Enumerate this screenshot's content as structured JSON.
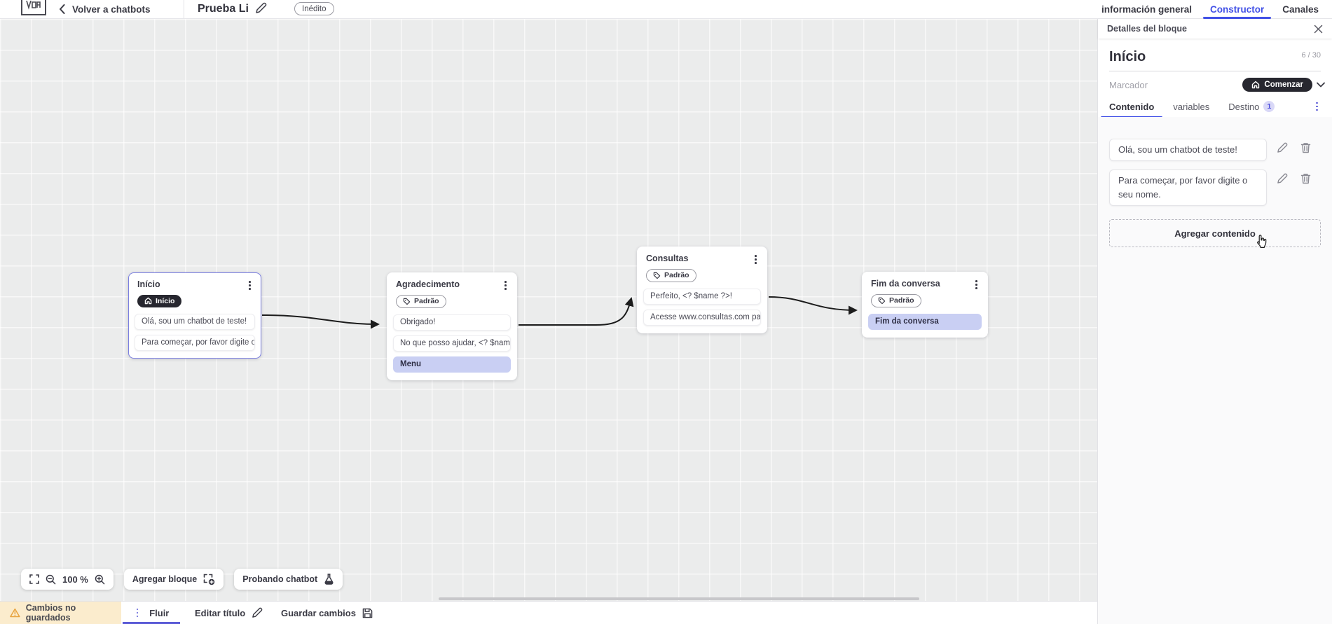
{
  "header": {
    "back_label": "Volver a chatbots",
    "title": "Prueba Li",
    "status_badge": "Inédito",
    "tabs": [
      {
        "label": "información general",
        "active": false
      },
      {
        "label": "Constructor",
        "active": true
      },
      {
        "label": "Canales",
        "active": false
      }
    ]
  },
  "canvas": {
    "zoom_level": "100 %",
    "add_block_label": "Agregar bloque",
    "test_chatbot_label": "Probando chatbot",
    "blocks": [
      {
        "title": "Início",
        "badge": "Início",
        "badge_type": "start",
        "selected": true,
        "items": [
          {
            "text": "Olá, sou um chatbot de teste!",
            "type": "message"
          },
          {
            "text": "Para começar, por favor digite o ...",
            "type": "message"
          }
        ]
      },
      {
        "title": "Agradecimento",
        "badge": "Padrão",
        "badge_type": "default",
        "selected": false,
        "items": [
          {
            "text": "Obrigado!",
            "type": "message"
          },
          {
            "text": "No que posso ajudar, <? $name ...",
            "type": "message"
          },
          {
            "text": "Menu",
            "type": "menu"
          }
        ]
      },
      {
        "title": "Consultas",
        "badge": "Padrão",
        "badge_type": "default",
        "selected": false,
        "items": [
          {
            "text": "Perfeito, <? $name ?>!",
            "type": "message"
          },
          {
            "text": "Acesse www.consultas.com par...",
            "type": "message"
          }
        ]
      },
      {
        "title": "Fim da conversa",
        "badge": "Padrão",
        "badge_type": "default",
        "selected": false,
        "items": [
          {
            "text": "Fim da conversa",
            "type": "end"
          }
        ]
      }
    ]
  },
  "panel": {
    "header": "Detalles del bloque",
    "block_name": "Início",
    "char_counter": "6 / 30",
    "marker_label": "Marcador",
    "marker_value": "Comenzar",
    "tabs": [
      {
        "label": "Contenido",
        "active": true
      },
      {
        "label": "variables",
        "active": false
      },
      {
        "label": "Destino",
        "active": false,
        "badge": "1"
      }
    ],
    "contents": [
      "Olá, sou um chatbot de teste!",
      "Para começar, por favor digite o seu nome."
    ],
    "add_content_label": "Agregar contenido"
  },
  "footer": {
    "unsaved_label": "Cambios no guardados",
    "tab_label": "Fluir",
    "edit_title_label": "Editar título",
    "save_label": "Guardar cambios"
  },
  "colors": {
    "accent_blue": "#4150e6",
    "accent_indigo": "#5b5bd6",
    "dark_badge": "#27272f",
    "selected_border": "#7b7fe0",
    "highlight_item": "#c9cff3",
    "warning_bg": "#fbeccd",
    "warning_icon": "#e8a33d",
    "canvas_bg": "#ebecec"
  }
}
